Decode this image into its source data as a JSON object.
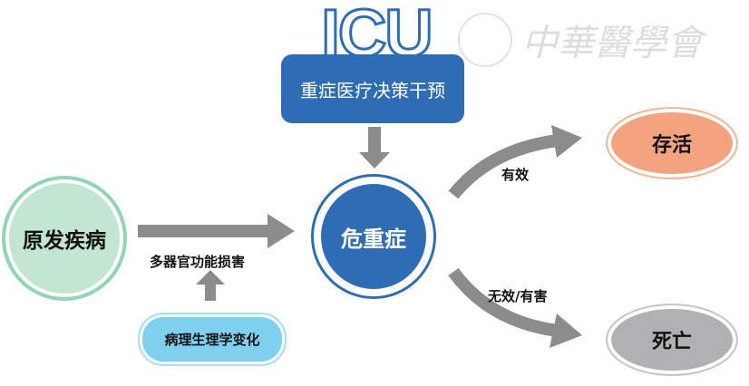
{
  "header": {
    "icu": "ICU",
    "intervention": "重症医疗决策干预"
  },
  "nodes": {
    "primary_disease": "原发疾病",
    "critical_illness": "危重症",
    "pathophysiology": "病理生理学变化",
    "survival": "存活",
    "death": "死亡"
  },
  "labels": {
    "organ_damage": "多器官功能损害",
    "effective": "有效",
    "ineffective": "无效/有害"
  },
  "watermark": {
    "text": "中華醫學會"
  },
  "colors": {
    "blue": "#2e6db4",
    "green": "#c3e6d1",
    "light_blue": "#7fd0ef",
    "orange": "#f3a47e",
    "gray": "#b1b1b4",
    "arrow": "#8c8c8c"
  }
}
